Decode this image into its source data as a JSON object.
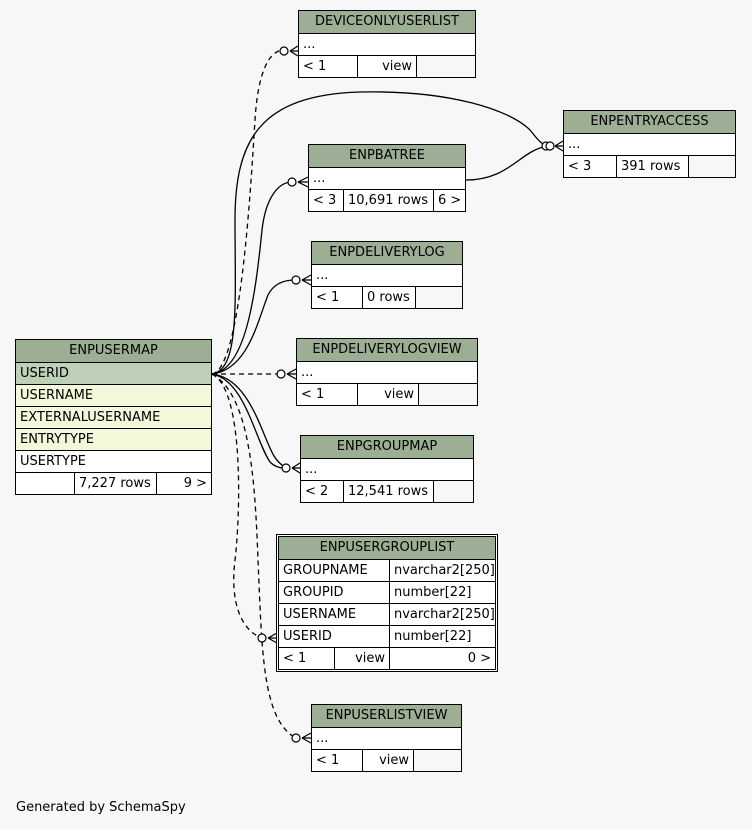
{
  "credit": "Generated by SchemaSpy",
  "tables": {
    "deviceonlyuserlist": {
      "name": "DEVICEONLYUSERLIST",
      "body": "...",
      "parents": "< 1",
      "rows": "view",
      "children": ""
    },
    "enpentryaccess": {
      "name": "ENPENTRYACCESS",
      "body": "...",
      "parents": "< 3",
      "rows": "391 rows",
      "children": ""
    },
    "enpbatree": {
      "name": "ENPBATREE",
      "body": "...",
      "parents": "< 3",
      "rows": "10,691 rows",
      "children": "6 >"
    },
    "enpdeliverylog": {
      "name": "ENPDELIVERYLOG",
      "body": "...",
      "parents": "< 1",
      "rows": "0 rows",
      "children": ""
    },
    "enpdeliverylogview": {
      "name": "ENPDELIVERYLOGVIEW",
      "body": "...",
      "parents": "< 1",
      "rows": "view",
      "children": ""
    },
    "enpgroupmap": {
      "name": "ENPGROUPMAP",
      "body": "...",
      "parents": "< 2",
      "rows": "12,541 rows",
      "children": ""
    },
    "enpuserlistview": {
      "name": "ENPUSERLISTVIEW",
      "body": "...",
      "parents": "< 1",
      "rows": "view",
      "children": ""
    },
    "enpusermap": {
      "name": "ENPUSERMAP",
      "columns": [
        "USERID",
        "USERNAME",
        "EXTERNALUSERNAME",
        "ENTRYTYPE",
        "USERTYPE"
      ],
      "parents": "",
      "rows": "7,227 rows",
      "children": "9 >"
    },
    "enpusergrouplist": {
      "name": "ENPUSERGROUPLIST",
      "columns": [
        {
          "name": "GROUPNAME",
          "type": "nvarchar2[250]"
        },
        {
          "name": "GROUPID",
          "type": "number[22]"
        },
        {
          "name": "USERNAME",
          "type": "nvarchar2[250]"
        },
        {
          "name": "USERID",
          "type": "number[22]"
        }
      ],
      "parents": "< 1",
      "rows": "view",
      "children": "0 >"
    }
  },
  "colors": {
    "header": "#9caf94",
    "primary_key": "#bfd0b8",
    "indexed": "#f4f7da",
    "background": "#f7f7f7"
  }
}
